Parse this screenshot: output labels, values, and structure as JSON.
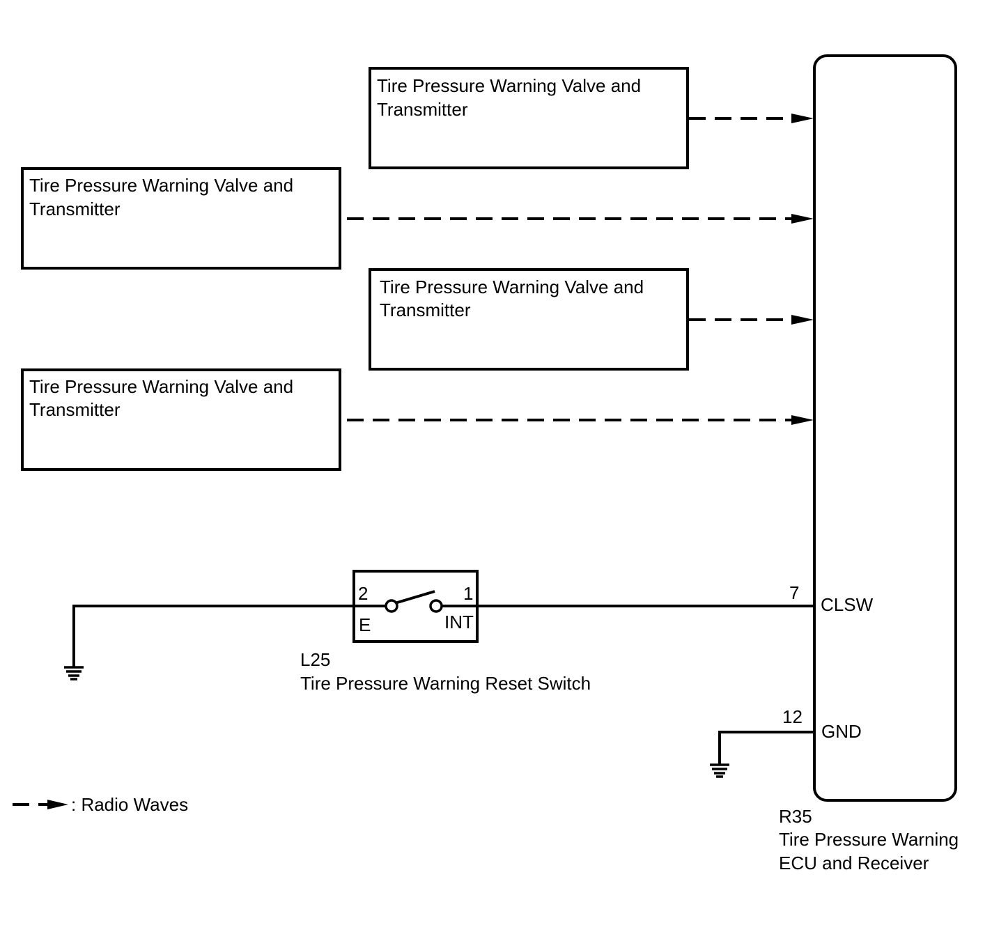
{
  "transmitters": [
    {
      "line1": "Tire Pressure Warning Valve and",
      "line2": "Transmitter"
    },
    {
      "line1": "Tire Pressure Warning Valve and",
      "line2": "Transmitter"
    },
    {
      "line1": "Tire Pressure Warning Valve and",
      "line2": "Transmitter"
    },
    {
      "line1": "Tire Pressure Warning Valve and",
      "line2": "Transmitter"
    }
  ],
  "switch": {
    "pin_left": "2",
    "pin_right": "1",
    "terminal_left": "E",
    "terminal_right": "INT",
    "code": "L25",
    "name": "Tire Pressure Warning Reset Switch"
  },
  "ecu": {
    "pins": [
      {
        "number": "7",
        "label": "CLSW"
      },
      {
        "number": "12",
        "label": "GND"
      }
    ],
    "code": "R35",
    "name_line1": "Tire Pressure Warning",
    "name_line2": "ECU and Receiver"
  },
  "legend": {
    "label": ": Radio Waves"
  }
}
